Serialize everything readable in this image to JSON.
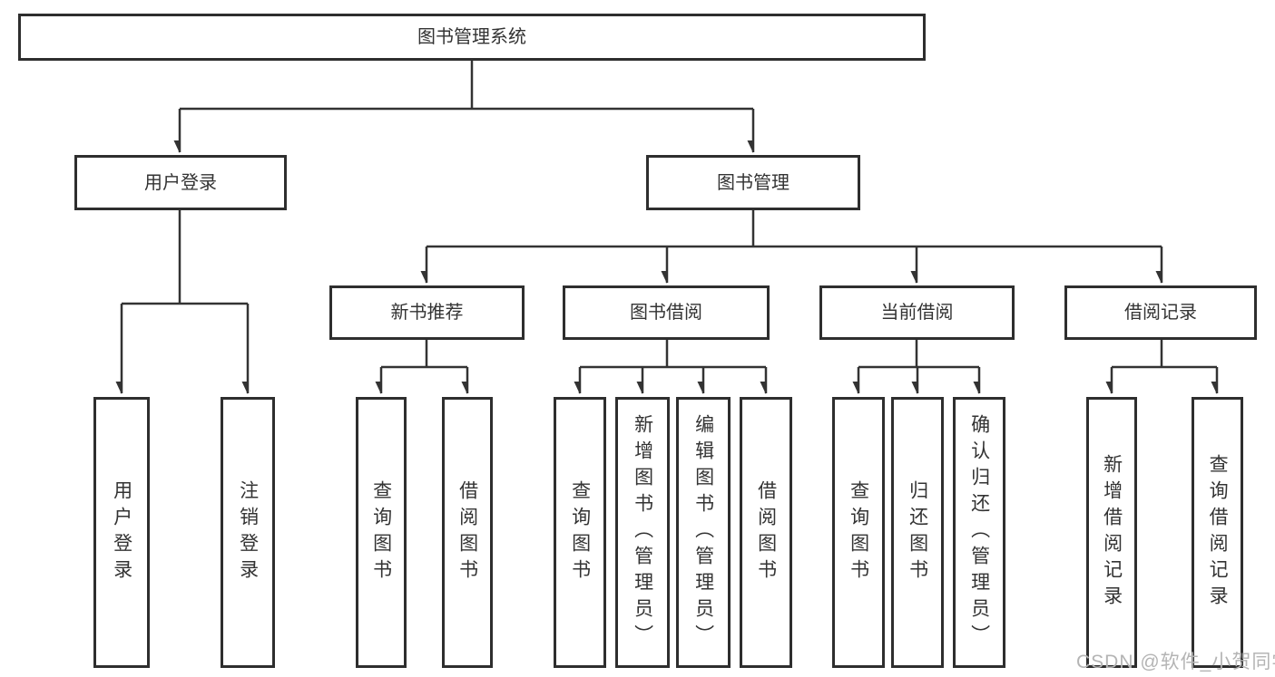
{
  "tree": {
    "root": {
      "label": "图书管理系统"
    },
    "level2": [
      {
        "label": "用户登录"
      },
      {
        "label": "图书管理"
      }
    ],
    "level3": [
      {
        "label": "新书推荐"
      },
      {
        "label": "图书借阅"
      },
      {
        "label": "当前借阅"
      },
      {
        "label": "借阅记录"
      }
    ],
    "leaves": {
      "user_login": [
        {
          "label": "用户登录"
        },
        {
          "label": "注销登录"
        }
      ],
      "new_book": [
        {
          "label": "查询图书"
        },
        {
          "label": "借阅图书"
        }
      ],
      "book_borrow": [
        {
          "label": "查询图书"
        },
        {
          "label": "新增图书（管理员）"
        },
        {
          "label": "编辑图书（管理员）"
        },
        {
          "label": "借阅图书"
        }
      ],
      "current_borrow": [
        {
          "label": "查询图书"
        },
        {
          "label": "归还图书"
        },
        {
          "label": "确认归还（管理员）"
        }
      ],
      "records": [
        {
          "label": "新增借阅记录"
        },
        {
          "label": "查询借阅记录"
        }
      ]
    }
  },
  "watermark": "CSDN @软件_小贺同学",
  "colors": {
    "border": "#2e2e2e",
    "line": "#333333",
    "text": "#333333",
    "watermark": "#b4b4b4",
    "background": "#ffffff"
  }
}
